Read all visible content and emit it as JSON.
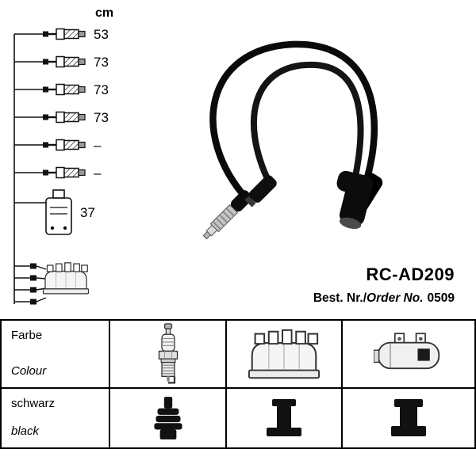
{
  "diagram": {
    "unit_label": "cm",
    "cable_lengths": [
      "53",
      "73",
      "73",
      "73",
      "–",
      "–"
    ],
    "coil_length": "37"
  },
  "product": {
    "code": "RC-AD209",
    "order_label_de": "Best. Nr./",
    "order_label_en": "Order No.",
    "order_number": "0509"
  },
  "table": {
    "rows": [
      {
        "de": "Farbe",
        "en": "Colour"
      },
      {
        "de": "schwarz",
        "en": "black"
      }
    ]
  },
  "icons": {
    "row1": [
      "spark-plug-icon",
      "distributor-cap-icon",
      "ignition-coil-icon"
    ],
    "row2": [
      "spark-plug-boot-icon",
      "distributor-boot-icon",
      "coil-boot-icon"
    ]
  },
  "colors": {
    "wire": "#0a0a0a",
    "line": "#111111",
    "background": "#ffffff"
  }
}
